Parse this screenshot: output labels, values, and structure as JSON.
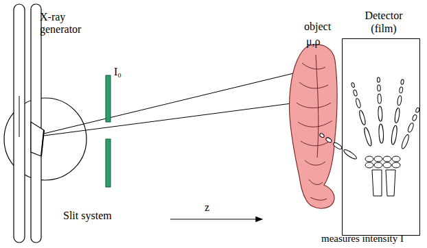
{
  "diagram": {
    "nodes": [
      {
        "text": [
          "Detector (film)"
        ]
      }
    ],
    "labels": [
      "X-ray generator",
      "I₀",
      "object",
      "μ,ρ",
      "Slit system",
      "z",
      "measures intensity I"
    ]
  }
}
